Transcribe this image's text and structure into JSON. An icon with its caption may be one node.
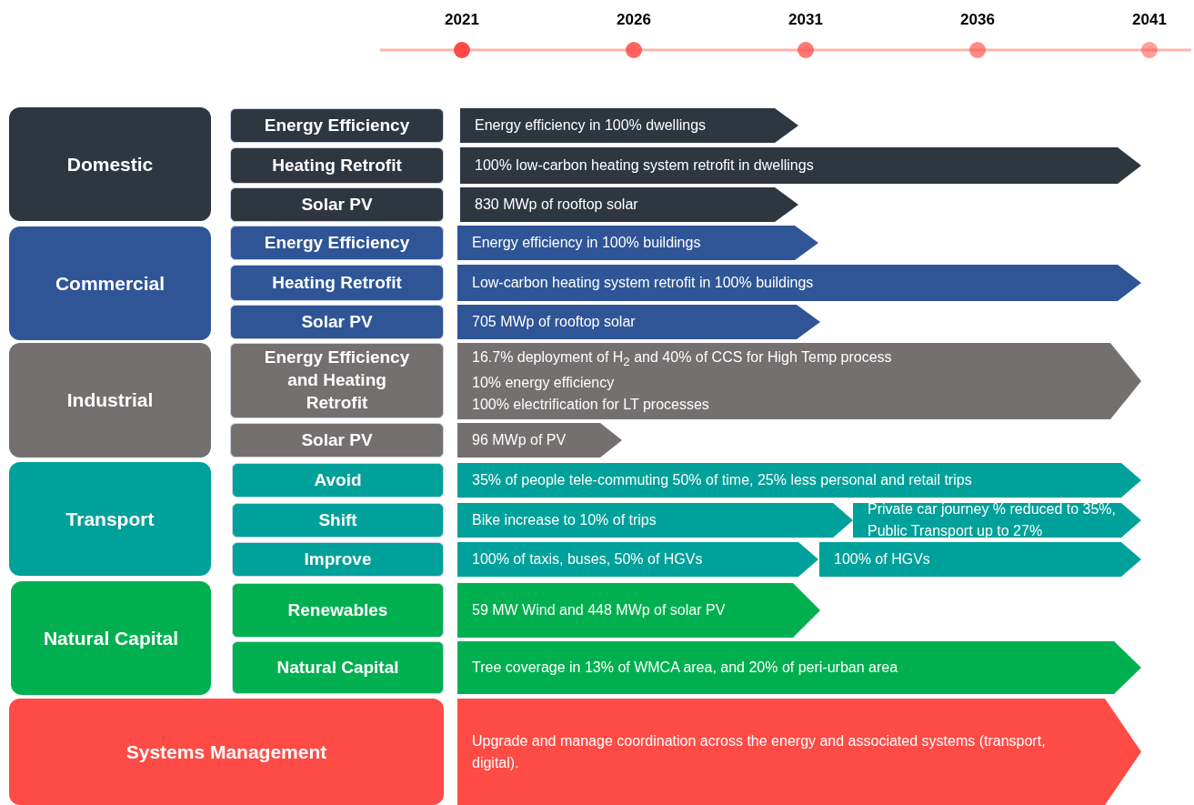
{
  "diagram": {
    "nodes": [
      {
        "text": [
          "Domestic"
        ]
      },
      {
        "text": [
          "Energy Efficiency"
        ]
      },
      {
        "text": [
          "Energy efficiency in 100% dwellings"
        ]
      },
      {
        "text": [
          "Heating Retrofit"
        ]
      },
      {
        "text": [
          "100% low-carbon heating system retrofit in dwellings"
        ]
      },
      {
        "text": [
          "Solar PV"
        ]
      },
      {
        "text": [
          "830 MWp of rooftop solar"
        ]
      },
      {
        "text": [
          "Commercial"
        ]
      },
      {
        "text": [
          "Energy Efficiency"
        ]
      },
      {
        "text": [
          "Energy efficiency in 100% buildings"
        ]
      },
      {
        "text": [
          "Heating Retrofit"
        ]
      },
      {
        "text": [
          "Low-carbon heating system retrofit in 100% buildings"
        ]
      },
      {
        "text": [
          "Solar PV"
        ]
      },
      {
        "text": [
          "705 MWp of rooftop solar"
        ]
      },
      {
        "text": [
          "Industrial"
        ]
      },
      {
        "text": [
          "Energy Efficiency and Heating Retrofit"
        ]
      },
      {
        "text": [
          "16.7% deployment of H$_{2}$ and 40% of CCS for High Temp process",
          "10% energy efficiency",
          "100% electrification for LT processes"
        ]
      },
      {
        "text": [
          "Solar PV"
        ]
      },
      {
        "text": [
          "96 MWp of PV"
        ]
      },
      {
        "text": [
          "Transport"
        ]
      },
      {
        "text": [
          "Avoid"
        ]
      },
      {
        "text": [
          "35% of people tele-commuting 50% of time, 25% less personal and retail trips"
        ]
      },
      {
        "text": [
          "Shift"
        ]
      },
      {
        "text": [
          "Bike increase to 10% of trips"
        ]
      },
      {
        "text": [
          "Private car journey % reduced to 35%, Public Transport up to 27%"
        ]
      },
      {
        "text": [
          "Improve"
        ]
      },
      {
        "text": [
          "100% of taxis, buses, 50% of HGVs"
        ]
      },
      {
        "text": [
          "100% of HGVs"
        ]
      },
      {
        "text": [
          "Natural Capital"
        ]
      },
      {
        "text": [
          "Renewables"
        ]
      },
      {
        "text": [
          "59 MW Wind and 448 MWp of solar PV"
        ]
      },
      {
        "text": [
          "Natural Capital"
        ]
      },
      {
        "text": [
          "Tree coverage in 13% of WMCA area, and 20% of peri-urban area"
        ]
      },
      {
        "text": [
          "Systems Management"
        ]
      },
      {
        "text": [
          "Upgrade and manage coordination across the energy and associated systems (transport, digital)."
        ]
      }
    ],
    "labels": [
      "2021",
      "2026",
      "2031",
      "2036",
      "2041"
    ]
  }
}
